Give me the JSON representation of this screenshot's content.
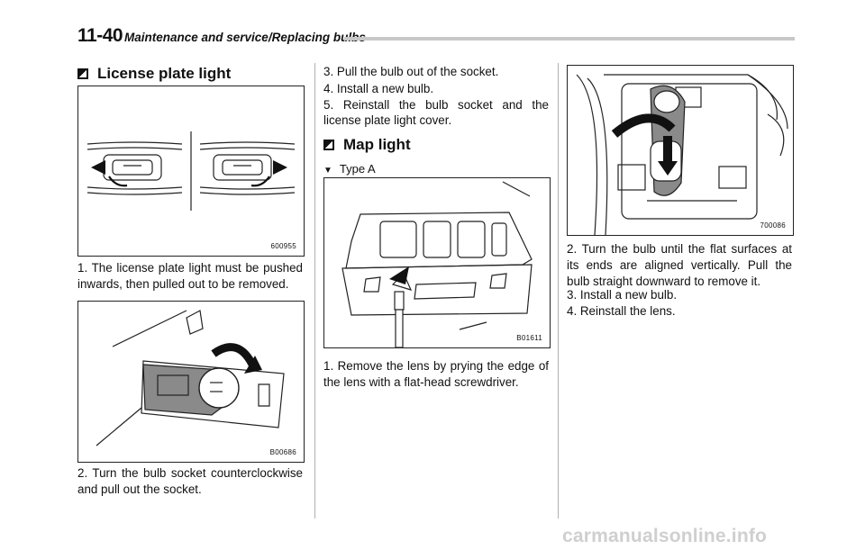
{
  "header": {
    "page_number": "11-40",
    "section": "Maintenance and service/Replacing bulbs"
  },
  "license_plate": {
    "heading": "License plate light",
    "fig1_code": "600955",
    "step1": "1.  The license plate light must be pushed inwards, then pulled out to be removed.",
    "fig2_code": "B00686",
    "step2": "2.  Turn the bulb socket counterclockwise and pull out the socket.",
    "step3": "3.  Pull the bulb out of the socket.",
    "step4": "4.  Install a new bulb.",
    "step5": "5.  Reinstall the bulb socket and the license plate light cover."
  },
  "map_light": {
    "heading": "Map light",
    "subheading": "Type A",
    "fig_code": "B01611",
    "step1": "1.  Remove the lens by prying the edge of the lens with a flat-head screwdriver.",
    "fig2_code": "700086",
    "step2": "2.  Turn the bulb until the flat surfaces at its ends are aligned vertically. Pull the bulb straight downward to remove it.",
    "step3": "3.  Install a new bulb.",
    "step4": "4.  Reinstall the lens."
  },
  "footer": {
    "watermark": "carmanualsonline.info"
  }
}
